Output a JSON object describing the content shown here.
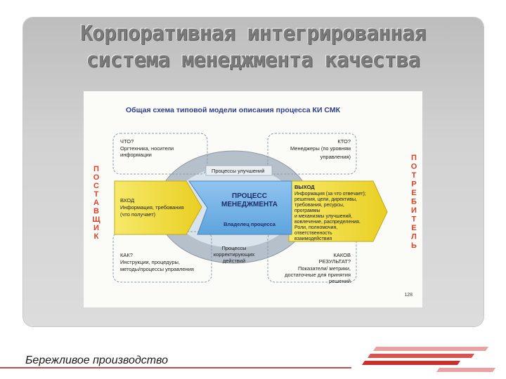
{
  "slide": {
    "title_line1": "Корпоративная интегрированная",
    "title_line2": "система менеджмента качества",
    "footer": "Бережливое производство"
  },
  "diagram": {
    "heading": "Общая схема типовой модели описания процесса КИ СМК",
    "left_vertical": "ПОСТАВЩИК",
    "right_vertical": "ПОТРЕБИТЕЛЬ",
    "what": {
      "title": "ЧТО?",
      "lines": [
        "Оргтехника, носители",
        "информации"
      ]
    },
    "who": {
      "title": "КТО?",
      "lines": [
        "Менеджеры (по уровням",
        "управления)"
      ]
    },
    "how": {
      "title": "КАК?",
      "lines": [
        "Инструкции, процедуры,",
        "методы/процессы управления"
      ]
    },
    "result": {
      "title": "КАКОВ",
      "title2": "РЕЗУЛЬТАТ?",
      "lines": [
        "Показатели/ метрики,",
        "достаточные для принятия",
        "решений"
      ]
    },
    "input": {
      "title": "ВХОД",
      "lines": [
        "Информация, требования",
        "(что получает)"
      ]
    },
    "output": {
      "title": "ВЫХОД",
      "lines": [
        "Информация (за что отвечает);",
        "решения, цели, директивы,",
        "требования, ресурсы,",
        "программы",
        "и механизмы улучшений,",
        "вовлечение, распределения.",
        "Роли, полномочия,",
        "ответственность",
        "взаимодействия"
      ]
    },
    "center": {
      "title1": "ПРОЦЕСС",
      "title2": "МЕНЕДЖМЕНТА",
      "owner": "Владелец процесса"
    },
    "improve": "Процессы улучшений",
    "corrective": [
      "Процессы",
      "корректирующих",
      "действий"
    ],
    "page_number": "128",
    "colors": {
      "arrow": "#f1de3c",
      "center": "#7fb8e8",
      "ring": "#aeb9c4",
      "letters": "#d9422c",
      "heading": "#2d3e8c"
    }
  }
}
